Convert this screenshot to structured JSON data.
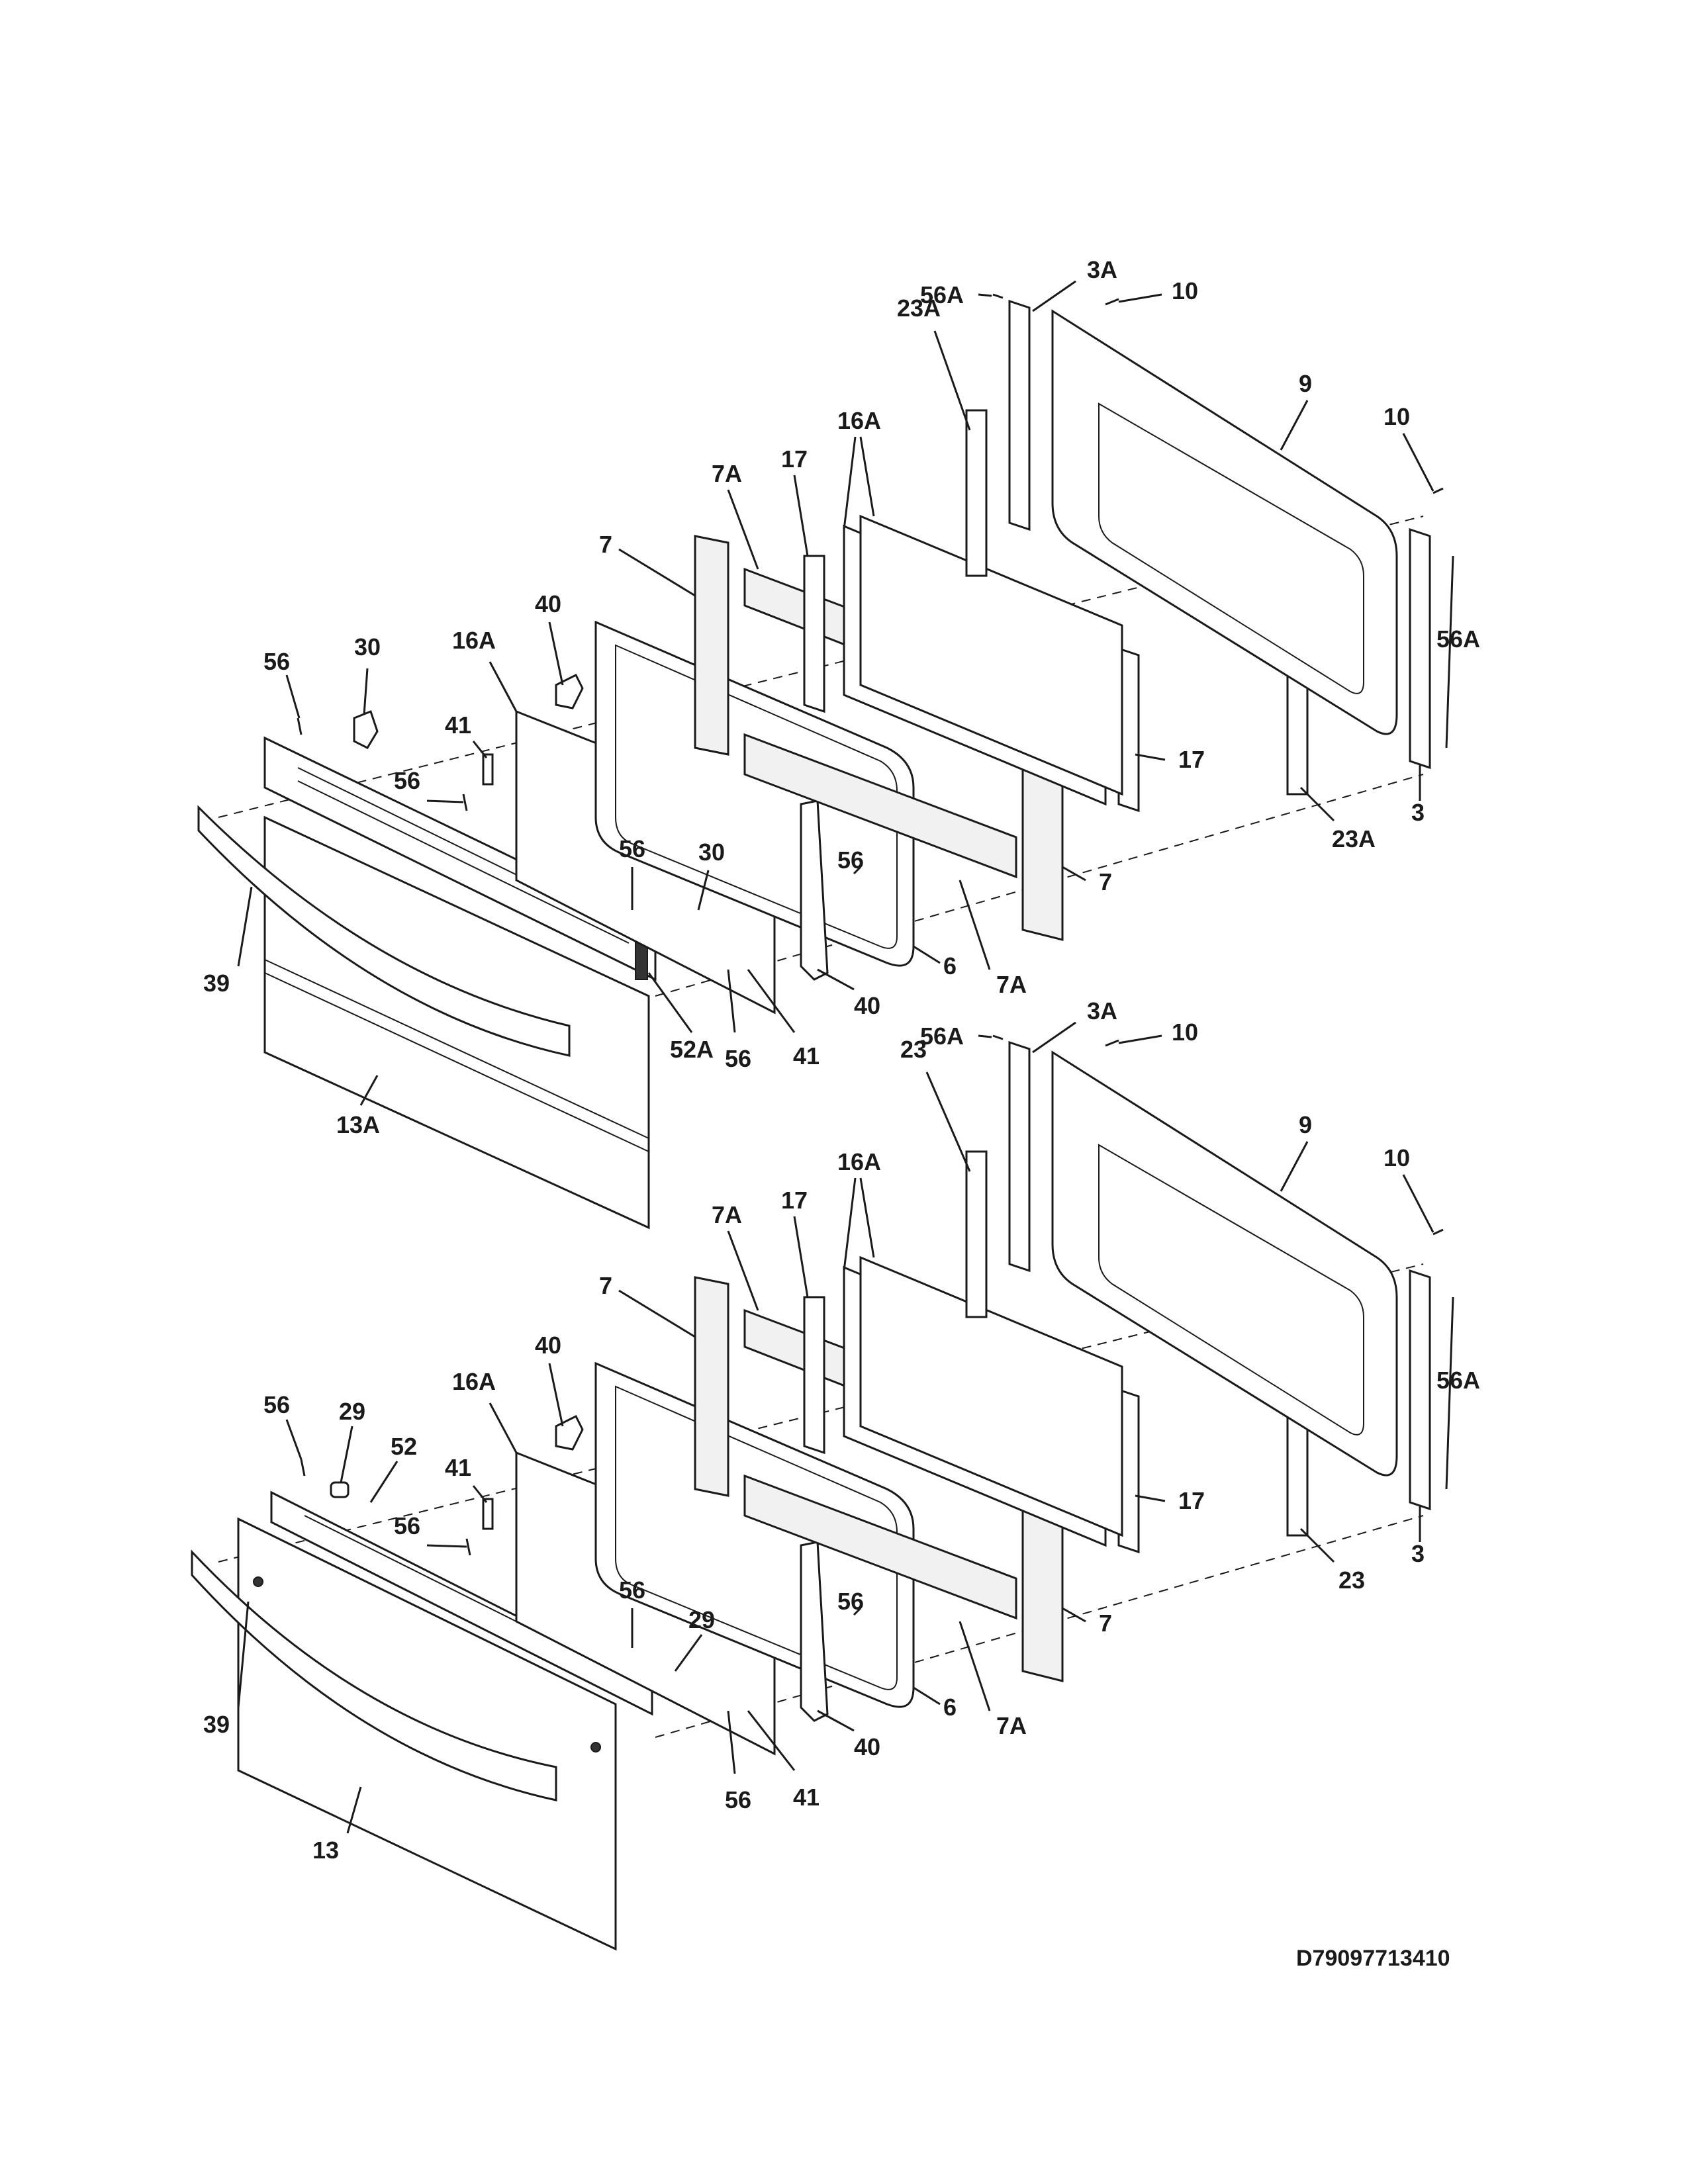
{
  "diagram_code": "D79097713410",
  "upper_door_callouts": [
    "56A",
    "3A",
    "10",
    "23A",
    "9",
    "10",
    "16A",
    "7A",
    "17",
    "7",
    "40",
    "16A",
    "30",
    "56",
    "41",
    "56",
    "56A",
    "17",
    "23A",
    "3",
    "7",
    "56",
    "30",
    "56",
    "39",
    "6",
    "7A",
    "40",
    "52A",
    "56",
    "41",
    "13A"
  ],
  "lower_door_callouts": [
    "56A",
    "3A",
    "10",
    "23",
    "9",
    "10",
    "16A",
    "7A",
    "17",
    "7",
    "40",
    "16A",
    "56",
    "29",
    "52",
    "41",
    "56",
    "56A",
    "17",
    "23",
    "3",
    "7",
    "56",
    "56",
    "29",
    "39",
    "6",
    "7A",
    "40",
    "56",
    "41",
    "13"
  ]
}
